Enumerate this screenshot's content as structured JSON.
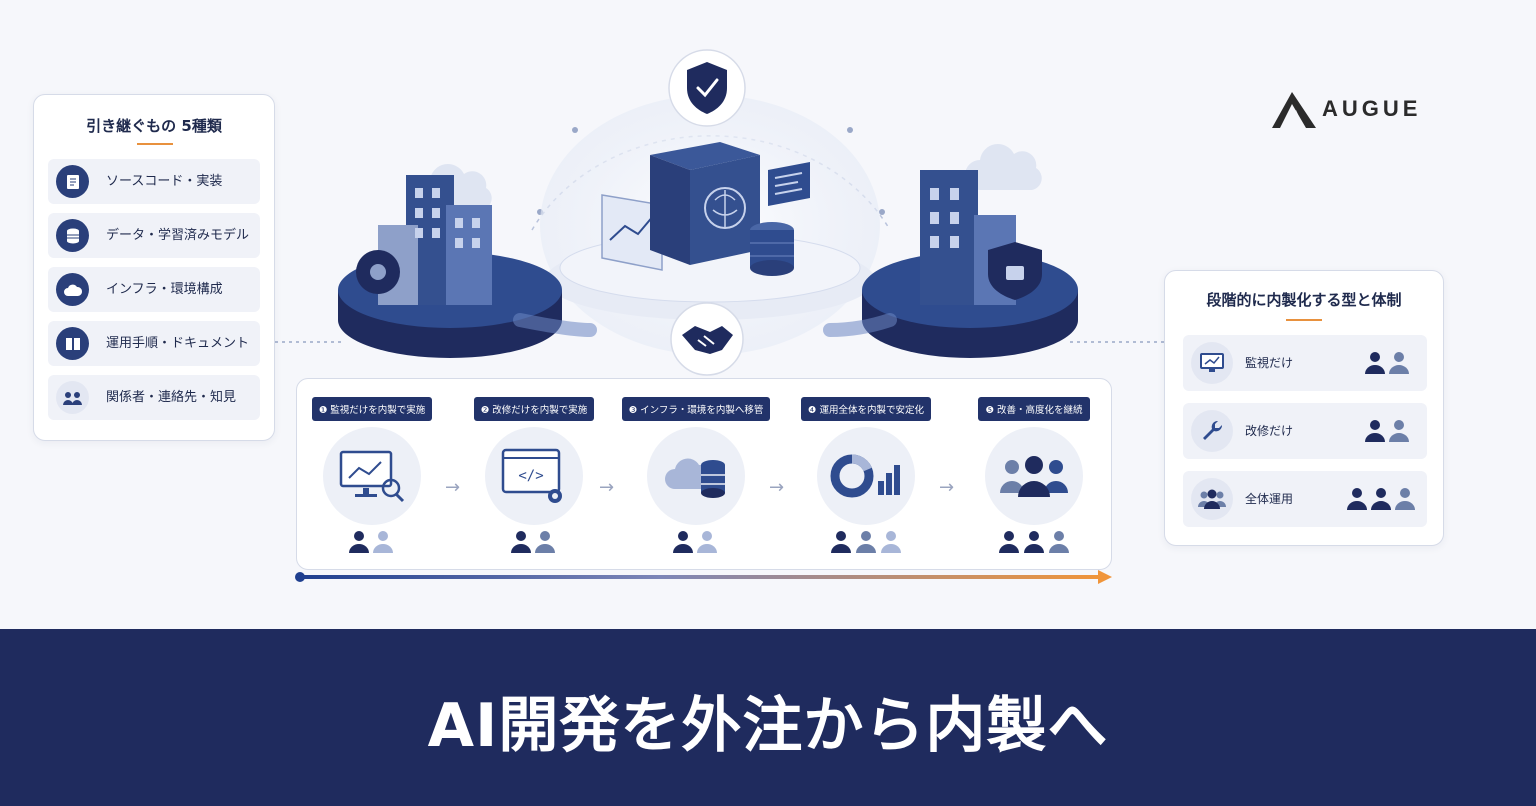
{
  "brand": {
    "name": "AUGUE"
  },
  "colors": {
    "navy": "#1f2b5e",
    "accent_orange": "#e8913e",
    "mid_blue": "#2f4c8f",
    "light_blue": "#a8b6d8",
    "panel_bg": "#ffffff",
    "page_bg": "#f6f7fb"
  },
  "left_panel": {
    "title": "引き継ぐもの 5種類",
    "items": [
      {
        "label": "ソースコード・実装",
        "icon": "document-icon"
      },
      {
        "label": "データ・学習済みモデル",
        "icon": "database-icon"
      },
      {
        "label": "インフラ・環境構成",
        "icon": "cloud-icon"
      },
      {
        "label": "運用手順・ドキュメント",
        "icon": "book-icon"
      },
      {
        "label": "関係者・連絡先・知見",
        "icon": "people-icon"
      }
    ]
  },
  "steps": [
    {
      "badge": "❶ 監視だけを内製で実施",
      "icon": "monitor-chart-icon",
      "dark_people": 1,
      "light_people": 1
    },
    {
      "badge": "❷ 改修だけを内製で実施",
      "icon": "code-window-icon",
      "dark_people": 1,
      "light_people": 1
    },
    {
      "badge": "❸ インフラ・環境を内製へ移管",
      "icon": "cloud-database-icon",
      "dark_people": 1,
      "light_people": 1
    },
    {
      "badge": "❹ 運用全体を内製で安定化",
      "icon": "donut-chart-icon",
      "dark_people": 1,
      "light_people": 2
    },
    {
      "badge": "❺ 改善・高度化を継続",
      "icon": "team-icon",
      "dark_people": 2,
      "light_people": 1
    }
  ],
  "right_panel": {
    "title": "段階的に内製化する型と体制",
    "items": [
      {
        "label": "監視だけ",
        "icon": "monitor-icon",
        "dark_people": 1,
        "light_people": 1
      },
      {
        "label": "改修だけ",
        "icon": "wrench-icon",
        "dark_people": 1,
        "light_people": 1
      },
      {
        "label": "全体運用",
        "icon": "team-icon",
        "dark_people": 2,
        "light_people": 1
      }
    ]
  },
  "hero_icons": [
    "shield-check-icon",
    "brain-server-icon",
    "handshake-icon",
    "building-left-icon",
    "building-right-icon"
  ],
  "banner": {
    "title": "AI開発を外注から内製へ"
  }
}
